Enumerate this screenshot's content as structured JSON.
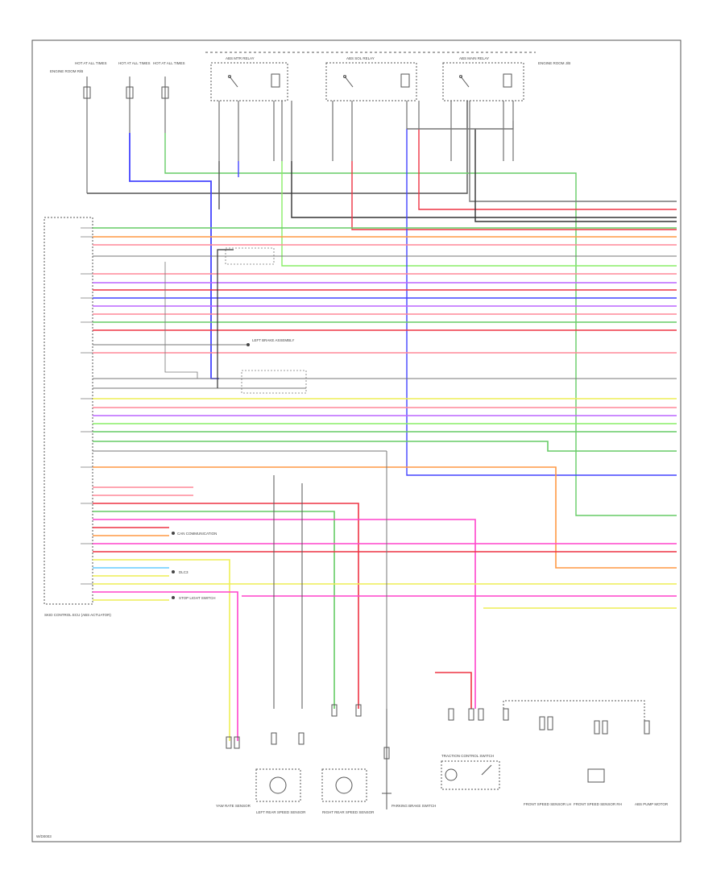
{
  "diagram": {
    "footer_code": "W/D0003",
    "top_labels": {
      "fuse_a": "HOT AT ALL TIMES",
      "fuse_b": "HOT AT ALL TIMES",
      "fuse_c": "HOT AT ALL TIMES",
      "relay_1": "ABS MTR RELAY",
      "relay_2": "ABS SOL RELAY",
      "relay_3": "ABS MAIN RELAY",
      "left_block": "ENGINE ROOM R/B",
      "right_block": "ENGINE ROOM J/B"
    },
    "ecu_label": "SKID CONTROL ECU (ABS ACTUATOR)",
    "center_labels": {
      "splice_1": "LEFT BRAKE ASSEMBLY",
      "splice_2": "CAN COMMUNICATION",
      "splice_3": "DLC3",
      "splice_4": "STOP LIGHT SWITCH"
    },
    "bottom_components": [
      {
        "id": "c1",
        "label": "YAW RATE SENSOR"
      },
      {
        "id": "c2",
        "label": "LEFT REAR SPEED SENSOR"
      },
      {
        "id": "c3",
        "label": "RIGHT REAR SPEED SENSOR"
      },
      {
        "id": "c4",
        "label": "PARKING BRAKE SWITCH"
      },
      {
        "id": "c5",
        "label": "TRACTION CONTROL SWITCH"
      },
      {
        "id": "c6",
        "label": "FRONT SPEED SENSOR LH"
      },
      {
        "id": "c7",
        "label": "FRONT SPEED SENSOR RH"
      },
      {
        "id": "c8",
        "label": "ABS PUMP MOTOR"
      }
    ],
    "wire_colors": {
      "green": "#66cc66",
      "light_green": "#88ee66",
      "orange": "#ff9944",
      "pink": "#ff8899",
      "red": "#ee3344",
      "blue": "#4444ff",
      "light_blue": "#66ccff",
      "violet": "#bb66ff",
      "magenta": "#ff44cc",
      "yellow": "#eeee55",
      "gray": "#777777",
      "dark": "#333333"
    }
  }
}
